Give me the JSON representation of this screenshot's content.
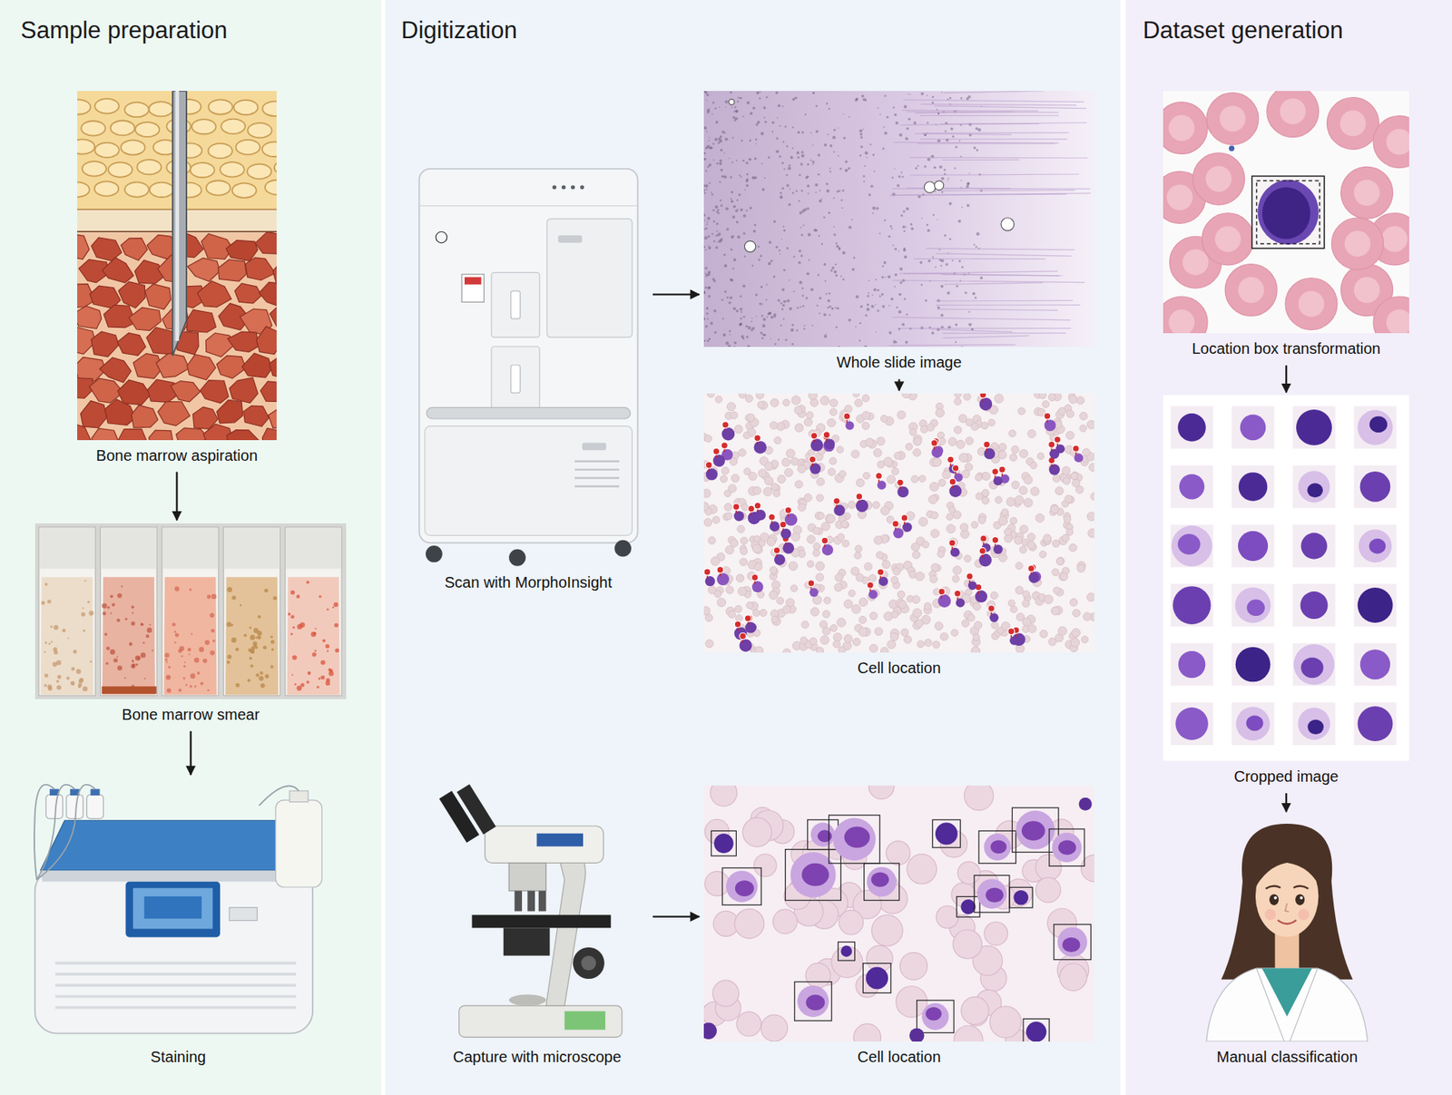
{
  "diagram": {
    "nodes": [
      {
        "text": [
          "Sample preparation"
        ]
      },
      {
        "text": [
          "Bone marrow aspiration"
        ],
        "in": 0
      },
      {
        "text": [
          "Bone marrow smear"
        ],
        "in": 0
      },
      {
        "text": [
          "Staining"
        ],
        "in": 0
      },
      {
        "text": [
          "Digitization"
        ]
      },
      {
        "text": [
          "Scan with MorphoInsight"
        ],
        "in": 4
      },
      {
        "text": [
          "Whole slide image"
        ],
        "in": 4
      },
      {
        "text": [
          "Cell location"
        ],
        "in": 4
      },
      {
        "text": [
          "Capture with microscope"
        ],
        "in": 4
      },
      {
        "text": [
          "Cell location"
        ],
        "in": 4
      },
      {
        "text": [
          "Dataset generation"
        ]
      },
      {
        "text": [
          "Location box transformation"
        ],
        "in": 10
      },
      {
        "text": [
          "Cropped image"
        ],
        "in": 10
      },
      {
        "text": [
          "Manual classification"
        ],
        "in": 10
      }
    ],
    "edges": [
      {
        "from": 1,
        "to": 2,
        "arrow": "to"
      },
      {
        "from": 2,
        "to": 3,
        "arrow": "to"
      },
      {
        "from": 5,
        "to": 6,
        "arrow": "to"
      },
      {
        "from": 6,
        "to": 7,
        "arrow": "to"
      },
      {
        "from": 8,
        "to": 9,
        "arrow": "to"
      },
      {
        "from": 11,
        "to": 12,
        "arrow": "to"
      },
      {
        "from": 12,
        "to": 13,
        "arrow": "to"
      }
    ]
  }
}
